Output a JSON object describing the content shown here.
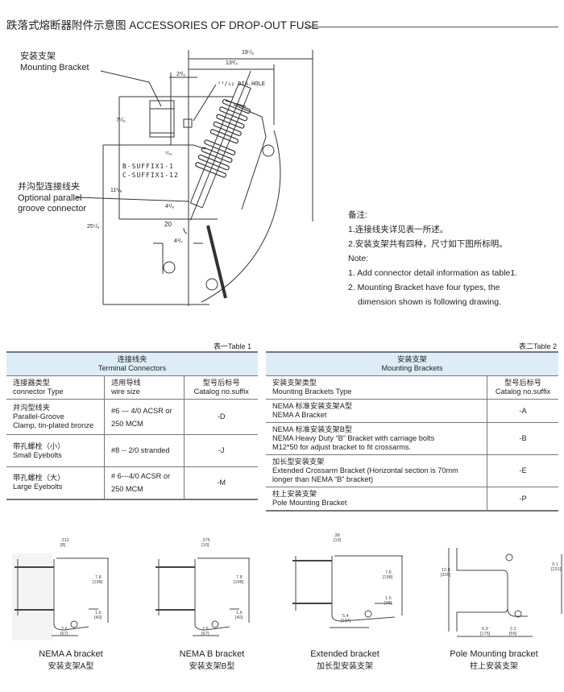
{
  "title": "跌落式熔断器附件示意图 ACCESSORIES OF DROP-OUT FUSE",
  "diagram": {
    "mounting_bracket_cn": "安装支架",
    "mounting_bracket_en": "Mounting Bracket",
    "connector_cn": "并沟型连接线夹",
    "connector_en_1": "Optional parallel",
    "connector_en_2": "groove connector",
    "suffix_b": "B-SUFFIX1-1",
    "suffix_c": "C-SUFFIX1-12",
    "dia_hole": "¹¹/₃₂ DIA.HOLE",
    "dims": {
      "d1": "19⁷/₈",
      "d2": "13³/₄",
      "d3": "2³/₈",
      "d4": "7⁵/₈",
      "d5": "⁵/₁₆",
      "d6": "11¹/₈",
      "d7": "4¹/₈",
      "d8": "25⁵/₈",
      "d9": "20",
      "d10": "4¹/₂"
    }
  },
  "notes": {
    "heading_cn": "备注:",
    "cn_1": "1.连接线夹详见表一所述。",
    "cn_2": "2.安装支架共有四种，尺寸如下图所标明。",
    "heading_en": "Note:",
    "en_1": "1. Add connector detail information as table1.",
    "en_2a": "2. Mounting Bracket have four types, the",
    "en_2b": "dimension shown is following drawing."
  },
  "table1": {
    "caption": "表一Table 1",
    "title_cn": "连接线夹",
    "title_en": "Terminal Connectors",
    "headers": [
      {
        "cn": "连接器类型",
        "en": "connector Type"
      },
      {
        "cn": "适用导线",
        "en": "wire size"
      },
      {
        "cn": "型号后标号",
        "en": "Catalog no.suffix"
      }
    ],
    "rows": [
      {
        "cn": "并沟型线夹",
        "en": "Parallel-Groove",
        "en2": "Clamp, tin-plated bronze",
        "wire1": "#6 --- 4/0 ACSR or",
        "wire2": "250 MCM",
        "suffix": "-D"
      },
      {
        "cn": "带孔螺栓（小）",
        "en": "Small Eyebolts",
        "en2": "",
        "wire1": "#8 -- 2/0 stranded",
        "wire2": "",
        "suffix": "-J"
      },
      {
        "cn": "带孔螺栓（大）",
        "en": "Large Eyebolts",
        "en2": "",
        "wire1": "# 6---4/0 ACSR or",
        "wire2": "250 MCM",
        "suffix": "-M"
      }
    ]
  },
  "table2": {
    "caption": "表二Table 2",
    "title_cn": "安装支架",
    "title_en": "Mounting Brackets",
    "headers": [
      {
        "cn": "安装支架类型",
        "en": "Mounting Brackets Type"
      },
      {
        "cn": "型号后标号",
        "en": "Catalog no.suffix"
      }
    ],
    "rows": [
      {
        "l1": "NEMA 标准安装支架A型",
        "l2": "NEMA A Bracket",
        "l3": "",
        "suffix": "-A"
      },
      {
        "l1": "NEMA 标准安装支架B型",
        "l2": "NEMA Heavy Duty  “B”  Bracket  with carriage bolts",
        "l3": "M12*50 for adjust bracket to fit crossarms.",
        "suffix": "-B"
      },
      {
        "l1": "加长型安装支架",
        "l2": "Extended Crossarm Bracket (Horizontal section is 70mm",
        "l3": "longer than NEMA  “B”  bracket)",
        "suffix": "-E"
      },
      {
        "l1": "柱上安装支架",
        "l2": "Pole Mounting Bracket",
        "l3": "",
        "suffix": "-P"
      }
    ]
  },
  "brackets": [
    {
      "en": "NEMA A bracket",
      "cn": "安装支架A型",
      "top": ".312",
      "top_mm": "[8]",
      "h": "7.8",
      "h_mm": "[198]",
      "s": "1.6",
      "s_mm": "[40]",
      "w": "2.6",
      "w_mm": "[67]"
    },
    {
      "en": "NEMA B bracket",
      "cn": "安装支架B型",
      "top": ".375",
      "top_mm": "[10]",
      "h": "7.8",
      "h_mm": "[198]",
      "s": "1.6",
      "s_mm": "[40]",
      "w": "2.6",
      "w_mm": "[67]"
    },
    {
      "en": "Extended bracket",
      "cn": "加长型安装支架",
      "top": ".38",
      "top_mm": "[10]",
      "h": "7.8",
      "h_mm": "[198]",
      "s": "1.5",
      "s_mm": "[38]",
      "w": "5.4",
      "w_mm": "[137]"
    },
    {
      "en": "Pole Mounting bracket",
      "cn": "柱上安装支架",
      "h": "12.8",
      "h_mm": "[325]",
      "h2": "9.1",
      "h2_mm": "[231]",
      "w": "6.9",
      "w_mm": "[175]",
      "w2": "2.2",
      "w2_mm": "[56]"
    }
  ]
}
